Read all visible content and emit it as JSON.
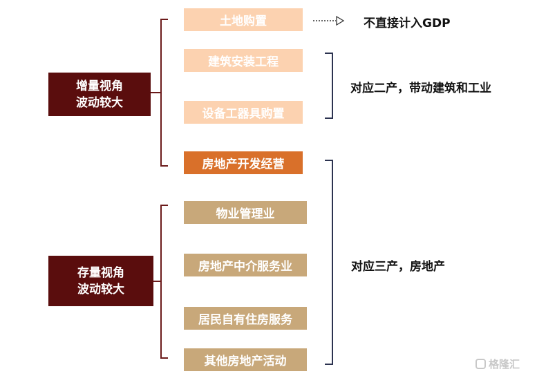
{
  "categories": [
    {
      "label": "增量视角\n波动较大"
    },
    {
      "label": "存量视角\n波动较大"
    }
  ],
  "items": [
    {
      "label": "土地购置"
    },
    {
      "label": "建筑安装工程"
    },
    {
      "label": "设备工器具购置"
    },
    {
      "label": "房地产开发经营"
    },
    {
      "label": "物业管理业"
    },
    {
      "label": "房地产中介服务业"
    },
    {
      "label": "居民自有住房服务"
    },
    {
      "label": "其他房地产活动"
    }
  ],
  "notes": [
    {
      "text": "不直接计入GDP"
    },
    {
      "text": "对应二产，带动建筑和工业"
    },
    {
      "text": "对应三产，房地产"
    }
  ],
  "watermark": {
    "text": "格隆汇"
  },
  "colors": {
    "category": "#5a0d0d",
    "light_box": "#fcd2b0",
    "highlight_box": "#d9702a",
    "tan_box": "#c8a87a",
    "left_bracket": "#6b1a1a",
    "right_bracket": "#2c3350"
  }
}
